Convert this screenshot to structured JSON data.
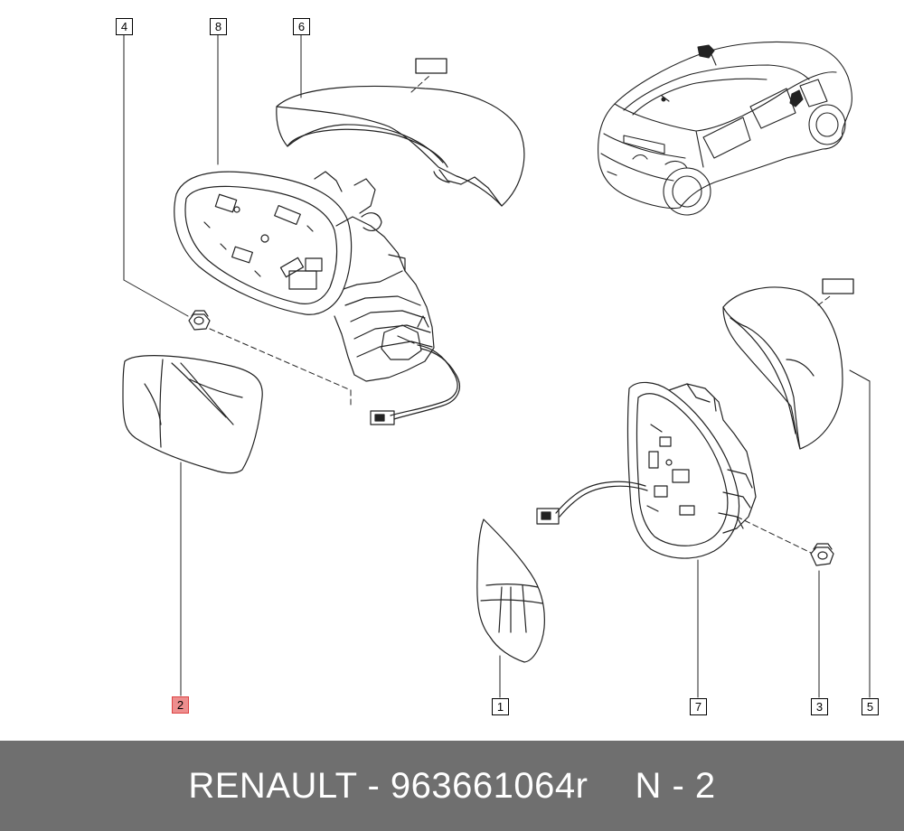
{
  "callouts": {
    "c4": "4",
    "c8": "8",
    "c6": "6",
    "c2": "2",
    "c1": "1",
    "c7": "7",
    "c3": "3",
    "c5": "5"
  },
  "highlight_color": "#ee8e8e",
  "footer": {
    "brand_part": "RENAULT - 963661064r",
    "page_ref": "N - 2",
    "background": "#6f6f6f"
  }
}
